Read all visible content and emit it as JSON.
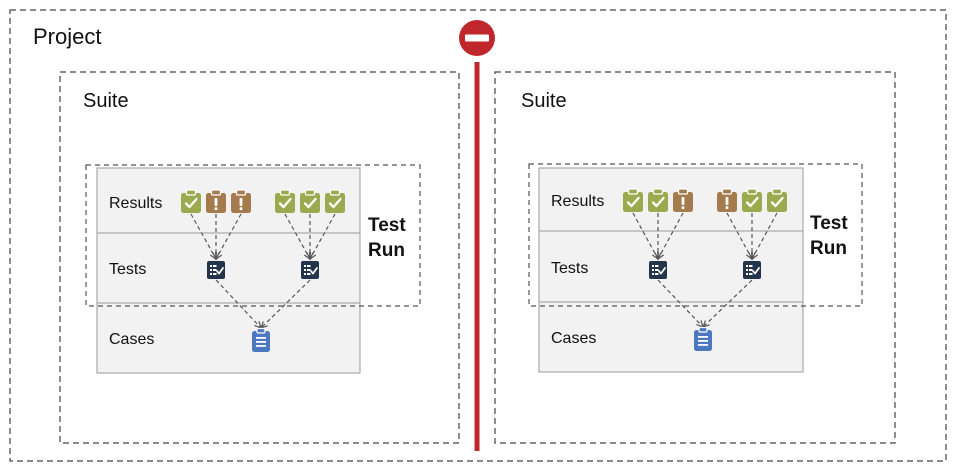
{
  "project": {
    "label": "Project"
  },
  "suites": [
    {
      "label": "Suite",
      "rows": [
        "Results",
        "Tests",
        "Cases"
      ],
      "test_run": [
        "Test",
        "Run"
      ],
      "results": [
        [
          "passed",
          "warning",
          "warning"
        ],
        [
          "passed",
          "passed",
          "passed"
        ]
      ]
    },
    {
      "label": "Suite",
      "rows": [
        "Results",
        "Tests",
        "Cases"
      ],
      "test_run": [
        "Test",
        "Run"
      ],
      "results": [
        [
          "passed",
          "passed",
          "warning"
        ],
        [
          "warning",
          "passed",
          "passed"
        ]
      ]
    }
  ],
  "divider": {
    "icon": "no-entry-icon",
    "color": "#C0272D"
  },
  "colors": {
    "passed": "#9BAA4E",
    "warning": "#A57A4D",
    "test": "#24344D",
    "case": "#4B78BE",
    "row_fill": "#F2F2F2"
  }
}
